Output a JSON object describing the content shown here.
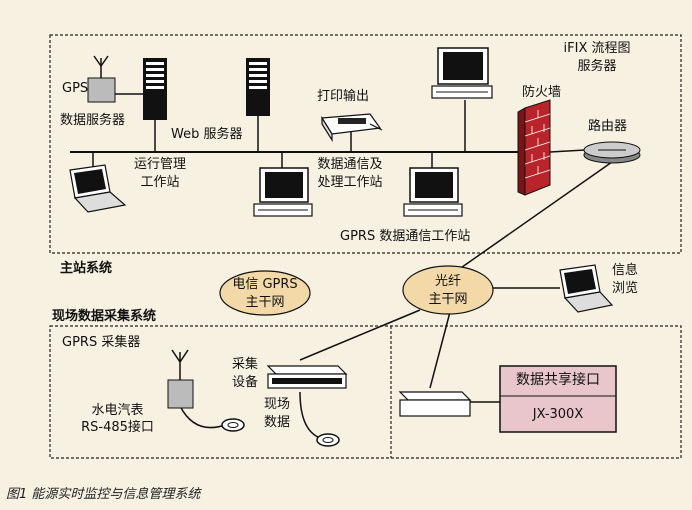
{
  "top_system": {
    "title": "主站系统",
    "gps_label": "GPS",
    "data_server_label": "数据服务器",
    "web_server_label": "Web 服务器",
    "print_output_label": "打印输出",
    "ifix_label_line1": "iFIX 流程图",
    "ifix_label_line2": "服务器",
    "firewall_label": "防火墙",
    "router_label": "路由器",
    "ops_label_line1": "运行管理",
    "ops_label_line2": "工作站",
    "comm_label_line1": "数据通信及",
    "comm_label_line2": "处理工作站",
    "gprs_comm_label": "GPRS 数据通信工作站"
  },
  "middle": {
    "telecom_line1": "电信 GPRS",
    "telecom_line2": "主干网",
    "fiber_line1": "光纤",
    "fiber_line2": "主干网",
    "browse_line1": "信息",
    "browse_line2": "浏览"
  },
  "bottom_system": {
    "title": "现场数据采集系统",
    "gprs_collector": "GPRS 采集器",
    "meter_line1": "水电汽表",
    "meter_line2": "RS-485接口",
    "equip_line1": "采集",
    "equip_line2": "设备",
    "field_line1": "现场",
    "field_line2": "数据",
    "share_title": "数据共享接口",
    "share_model": "JX-300X"
  },
  "caption": "图1  能源实时监控与信息管理系统",
  "colors": {
    "background": "#f7f1e1",
    "ellipse_fill": "#f3d9a8",
    "share_fill": "#e8c6cc",
    "firewall": "#b8242a"
  }
}
